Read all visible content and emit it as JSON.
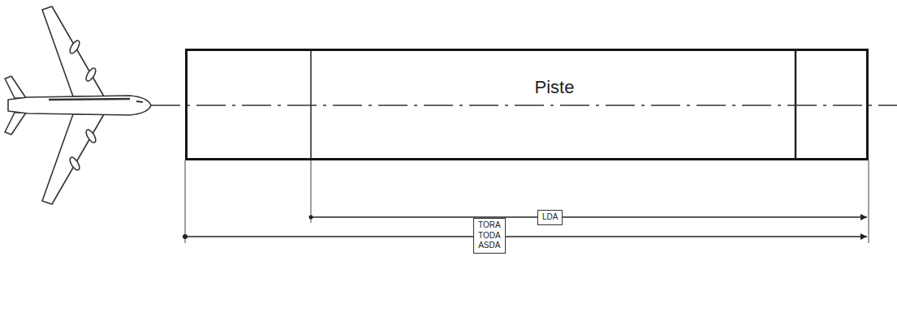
{
  "diagram": {
    "nodes": [
      {
        "text": [
          "Piste"
        ]
      },
      {
        "text": [
          "LDA"
        ]
      },
      {
        "text": [
          "TORA",
          "TODA",
          "ASDA"
        ]
      }
    ]
  }
}
